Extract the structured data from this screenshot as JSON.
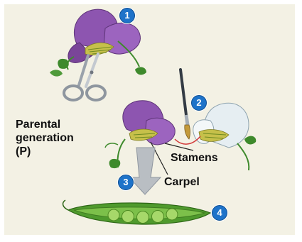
{
  "labels": {
    "parental_line1": "Parental",
    "parental_line2": "generation",
    "parental_line3": "(P)",
    "stamens": "Stamens",
    "carpel": "Carpel"
  },
  "steps": [
    "1",
    "2",
    "3",
    "4"
  ],
  "colors": {
    "background": "#f3f1e4",
    "step_badge": "#1e73c9",
    "purple_petal": "#8d55b0",
    "white_petal": "#e6eef2",
    "leaf_green": "#3e8a2c",
    "pea_pod": "#4f9a2d"
  }
}
